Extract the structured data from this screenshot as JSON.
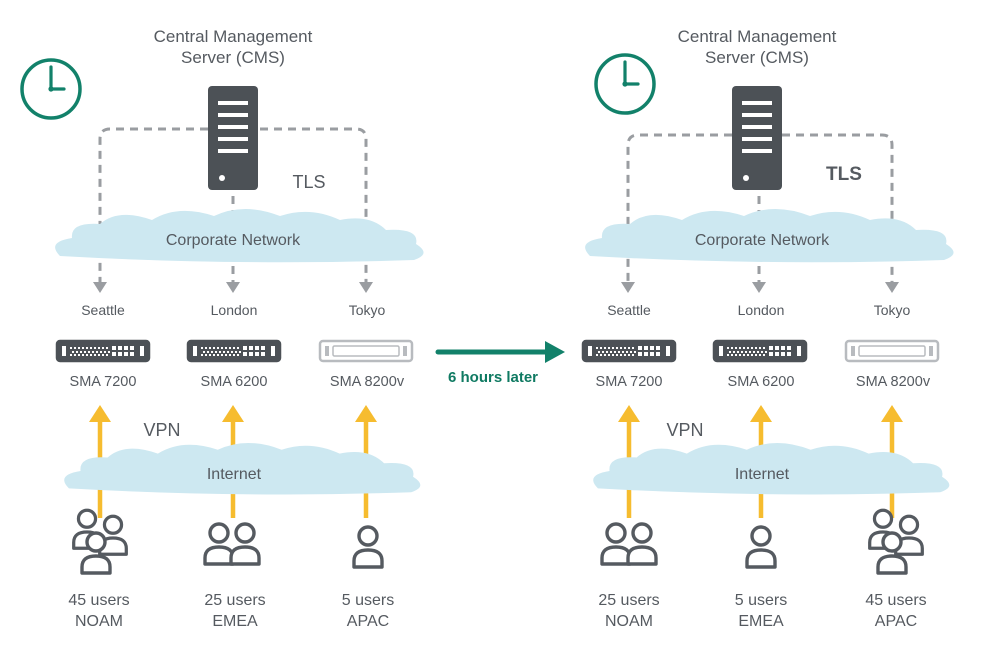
{
  "colors": {
    "accent_teal": "#12816a",
    "vpn_arrow": "#f6bc2f",
    "dashed_line": "#9a9da1",
    "server": "#4c5156",
    "cloud": "#cbe7f0",
    "text": "#555a60"
  },
  "transition_label": "6 hours later",
  "panels": [
    {
      "cms_label_line1": "Central Management",
      "cms_label_line2": "Server (CMS)",
      "tls_label": "TLS",
      "corporate_network_label": "Corporate Network",
      "vpn_label": "VPN",
      "internet_label": "Internet",
      "icons": {
        "clock": "clock-icon",
        "server": "server-icon"
      },
      "sites": [
        {
          "city": "Seattle",
          "device": "SMA 7200",
          "device_kind": "hardware",
          "users": "45 users",
          "region": "NOAM",
          "user_icon": "users-group-3-icon"
        },
        {
          "city": "London",
          "device": "SMA 6200",
          "device_kind": "hardware",
          "users": "25 users",
          "region": "EMEA",
          "user_icon": "users-group-2-icon"
        },
        {
          "city": "Tokyo",
          "device": "SMA 8200v",
          "device_kind": "virtual",
          "users": "5 users",
          "region": "APAC",
          "user_icon": "user-icon"
        }
      ]
    },
    {
      "cms_label_line1": "Central Management",
      "cms_label_line2": "Server (CMS)",
      "tls_label": "TLS",
      "corporate_network_label": "Corporate Network",
      "vpn_label": "VPN",
      "internet_label": "Internet",
      "icons": {
        "clock": "clock-icon",
        "server": "server-icon"
      },
      "sites": [
        {
          "city": "Seattle",
          "device": "SMA 7200",
          "device_kind": "hardware",
          "users": "25 users",
          "region": "NOAM",
          "user_icon": "users-group-2-icon"
        },
        {
          "city": "London",
          "device": "SMA 6200",
          "device_kind": "hardware",
          "users": "5 users",
          "region": "EMEA",
          "user_icon": "user-icon"
        },
        {
          "city": "Tokyo",
          "device": "SMA 8200v",
          "device_kind": "virtual",
          "users": "45 users",
          "region": "APAC",
          "user_icon": "users-group-3-icon"
        }
      ]
    }
  ]
}
